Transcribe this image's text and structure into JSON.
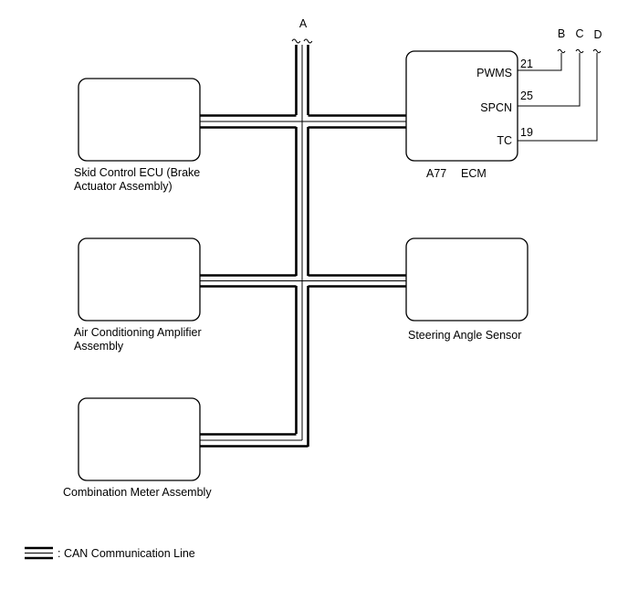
{
  "diagram": {
    "bus_label": "A",
    "components": {
      "skid": {
        "line1": "Skid Control ECU (Brake",
        "line2": "Actuator Assembly)"
      },
      "ac": {
        "line1": "Air Conditioning Amplifier",
        "line2": "Assembly"
      },
      "meter": {
        "line1": "Combination Meter Assembly"
      },
      "ecm": {
        "code": "A77",
        "name": "ECM"
      },
      "steering": {
        "line1": "Steering Angle Sensor"
      }
    },
    "ecm_pins": [
      {
        "name": "PWMS",
        "number": "21",
        "connector": "B"
      },
      {
        "name": "SPCN",
        "number": "25",
        "connector": "C"
      },
      {
        "name": "TC",
        "number": "19",
        "connector": "D"
      }
    ],
    "legend": {
      "text": ": CAN Communication Line"
    }
  }
}
